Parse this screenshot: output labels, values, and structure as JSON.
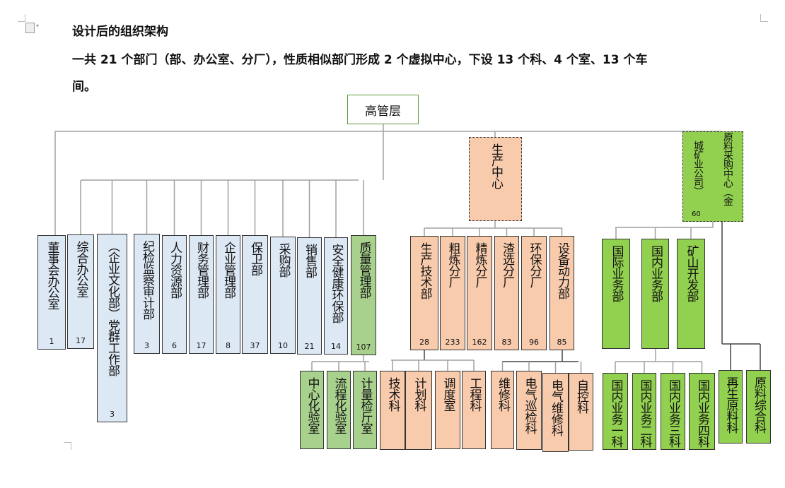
{
  "document": {
    "heading": "设计后的组织架构",
    "paragraph_line1": "一共 21 个部门（部、办公室、分厂），性质相似部门形成 2 个虚拟中心，下设 13 个科、4 个室、13 个车",
    "paragraph_line2": "间。"
  },
  "colors": {
    "dept_blue": "#dde8f5",
    "production": "#f8cbad",
    "quality": "#a9d18e",
    "procurement": "#92d050"
  },
  "org_chart": {
    "top": "高管层",
    "production_center": "生产中心",
    "procurement_center": {
      "col1": "原料采购中心（金",
      "col2": "城矿业公司）",
      "count": "60"
    },
    "departments": [
      {
        "label": "董事会办公室",
        "count": "1"
      },
      {
        "label": "综合办公室",
        "count": "17"
      },
      {
        "label": "（企业文化部）党群工作部",
        "count": "3"
      },
      {
        "label": "纪检监察审计部",
        "count": "3"
      },
      {
        "label": "人力资源部",
        "count": "6"
      },
      {
        "label": "财务管理部",
        "count": "17"
      },
      {
        "label": "企业管理部",
        "count": "8"
      },
      {
        "label": "保卫部",
        "count": "37"
      },
      {
        "label": "采购部",
        "count": "10"
      },
      {
        "label": "销售部",
        "count": "21"
      },
      {
        "label": "安全健康环保部",
        "count": "14"
      },
      {
        "label": "质量管理部",
        "count": "107"
      }
    ],
    "production_units": [
      {
        "label": "生产技术部",
        "count": "28"
      },
      {
        "label": "粗炼分厂",
        "count": "233"
      },
      {
        "label": "精炼分厂",
        "count": "162"
      },
      {
        "label": "渣选分厂",
        "count": "83"
      },
      {
        "label": "环保分厂",
        "count": "96"
      },
      {
        "label": "设备动力部",
        "count": "85"
      }
    ],
    "procurement_units": [
      {
        "label": "国际业务部"
      },
      {
        "label": "国内业务部"
      },
      {
        "label": "矿山开发部"
      }
    ],
    "sections": [
      {
        "label": "中心化验室"
      },
      {
        "label": "流程化验室"
      },
      {
        "label": "计量检斤室"
      },
      {
        "label": "技术科"
      },
      {
        "label": "计划科"
      },
      {
        "label": "调度室"
      },
      {
        "label": "工程科"
      },
      {
        "label": "维修科"
      },
      {
        "label": "电气巡检科"
      },
      {
        "label": "电气维修科"
      },
      {
        "label": "自控科"
      },
      {
        "label": "国内业务一科"
      },
      {
        "label": "国内业务二科"
      },
      {
        "label": "国内业务三科"
      },
      {
        "label": "国内业务四科"
      },
      {
        "label": "再生原料科"
      },
      {
        "label": "原料综合科"
      }
    ]
  }
}
